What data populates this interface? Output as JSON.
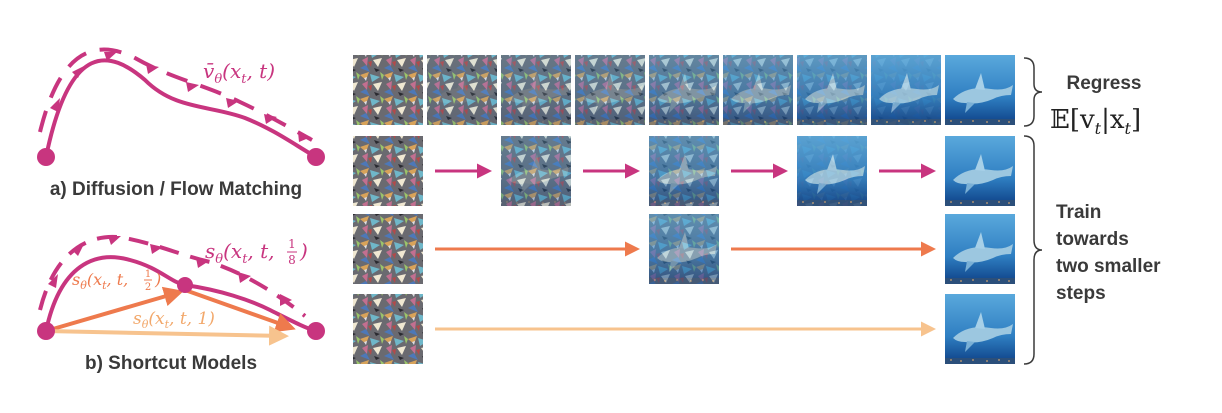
{
  "panel_a": {
    "caption": "a) Diffusion / Flow Matching",
    "velocity_label": {
      "symbol": "v̄",
      "sub": "θ",
      "args": "(x",
      "args_sub": "t",
      "args_tail": ", t)"
    }
  },
  "panel_b": {
    "caption": "b) Shortcut Models",
    "label_eighth": {
      "fn": "s",
      "sub": "θ",
      "open": "(x",
      "xsub": "t",
      "mid": ", t, ",
      "num": "1",
      "den": "8",
      "close": ")"
    },
    "label_half": {
      "fn": "s",
      "sub": "θ",
      "open": "(x",
      "xsub": "t",
      "mid": ", t, ",
      "num": "1",
      "den": "2",
      "close": ")"
    },
    "label_one": {
      "fn": "s",
      "sub": "θ",
      "open": "(x",
      "xsub": "t",
      "mid": ", t, 1)"
    }
  },
  "right_labels": {
    "regress": "Regress",
    "expectation": {
      "E": "𝔼",
      "open": "[v",
      "vsub": "t",
      "bar": "|x",
      "xsub": "t",
      "close": "]"
    },
    "train_lines": [
      "Train",
      "towards",
      "two smaller",
      "steps"
    ]
  },
  "grid": {
    "rows": [
      {
        "noise_levels": [
          1.0,
          0.9,
          0.8,
          0.72,
          0.55,
          0.42,
          0.25,
          0.1,
          0.0
        ],
        "arrow_color": "none"
      },
      {
        "noise_levels": [
          1.0,
          null,
          0.72,
          null,
          0.42,
          null,
          0.1,
          null,
          0.0
        ],
        "arrow_color": "#c8357f"
      },
      {
        "noise_levels": [
          1.0,
          null,
          null,
          null,
          0.42,
          null,
          null,
          null,
          0.0
        ],
        "arrow_color": "#ee7a4d"
      },
      {
        "noise_levels": [
          1.0,
          null,
          null,
          null,
          null,
          null,
          null,
          null,
          0.0
        ],
        "arrow_color": "#f7c38e"
      }
    ]
  },
  "colors": {
    "magenta": "#c8357f",
    "orange": "#ee7a4d",
    "light_orange": "#f7c38e",
    "text": "#3a3a3a"
  }
}
